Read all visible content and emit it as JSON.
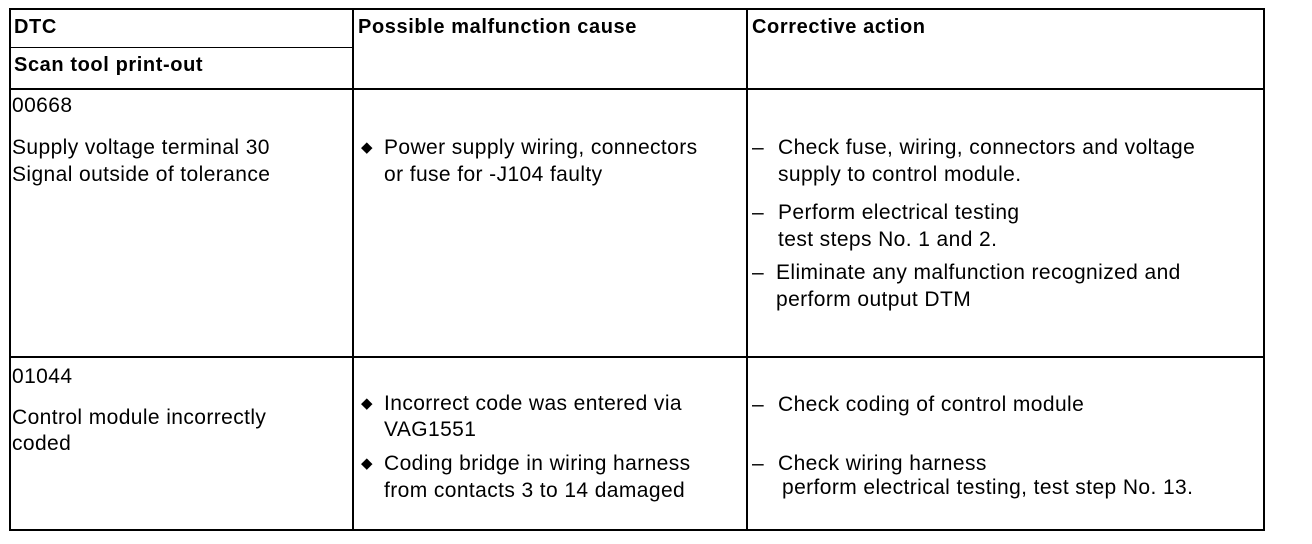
{
  "header": {
    "dtc": "DTC",
    "scan_tool": "Scan tool print-out",
    "cause": "Possible malfunction cause",
    "action": "Corrective action"
  },
  "rows": [
    {
      "code": "00668",
      "description": [
        "Supply voltage terminal 30",
        "Signal outside of tolerance"
      ],
      "causes": [
        [
          "Power supply wiring, connectors",
          "or fuse for -J104 faulty"
        ]
      ],
      "actions": [
        [
          "Check fuse, wiring, connectors and voltage",
          "supply to control module."
        ],
        [
          "Perform electrical testing",
          "test steps No. 1 and 2."
        ],
        [
          "Eliminate any malfunction recognized and",
          "perform output DTM"
        ]
      ]
    },
    {
      "code": "01044",
      "description": [
        "Control module incorrectly",
        "coded"
      ],
      "causes": [
        [
          "Incorrect code was entered via",
          "VAG1551"
        ],
        [
          "Coding bridge in wiring harness",
          "from contacts 3 to 14 damaged"
        ]
      ],
      "actions": [
        [
          "Check coding of control module"
        ],
        [
          "Check wiring harness",
          "perform electrical testing, test step No. 13."
        ]
      ]
    }
  ],
  "icons": {
    "bullet": "diamond-bullet-icon",
    "dash": "dash-marker"
  }
}
